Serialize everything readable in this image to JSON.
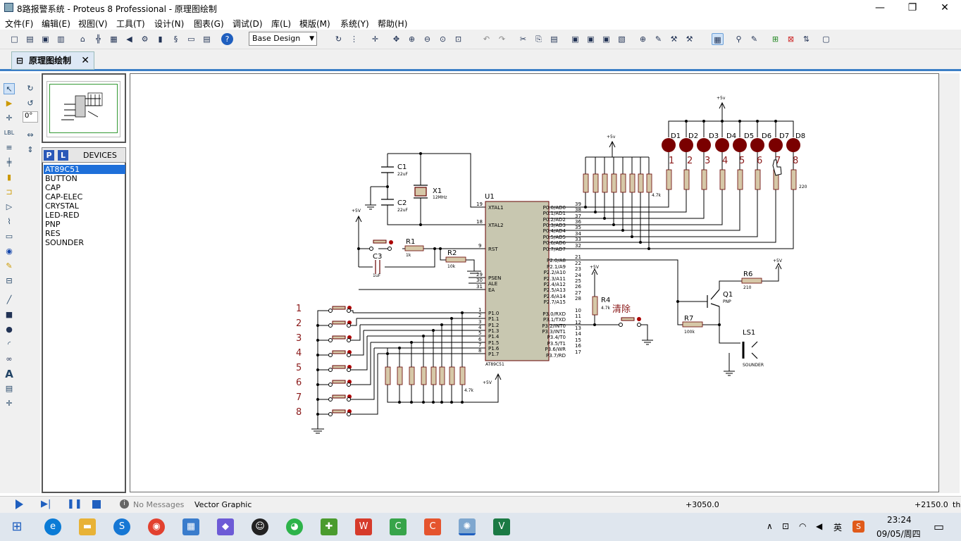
{
  "window": {
    "title": "8路报警系统 - Proteus 8 Professional - 原理图绘制",
    "min": "—",
    "max": "❐",
    "close": "✕"
  },
  "menu": [
    "文件(F)",
    "编辑(E)",
    "视图(V)",
    "工具(T)",
    "设计(N)",
    "图表(G)",
    "调试(D)",
    "库(L)",
    "模版(M)",
    "系统(Y)",
    "帮助(H)"
  ],
  "toolbar": {
    "layer": "Base Design"
  },
  "tab": {
    "label": "原理图绘制",
    "close": "✕"
  },
  "tools": {
    "angle": "0°"
  },
  "devices": {
    "p": "P",
    "l": "L",
    "header": "DEVICES",
    "items": [
      "AT89C51",
      "BUTTON",
      "CAP",
      "CAP-ELEC",
      "CRYSTAL",
      "LED-RED",
      "PNP",
      "RES",
      "SOUNDER"
    ],
    "selected": "AT89C51"
  },
  "schematic": {
    "u1": {
      "ref": "U1",
      "part": "AT89C51",
      "left": [
        "XTAL1",
        "XTAL2",
        "RST",
        "PSEN",
        "ALE",
        "EA",
        "P1.0",
        "P1.1",
        "P1.2",
        "P1.3",
        "P1.4",
        "P1.5",
        "P1.6",
        "P1.7"
      ],
      "leftnum": [
        "19",
        "18",
        "9",
        "29",
        "30",
        "31",
        "1",
        "2",
        "3",
        "4",
        "5",
        "6",
        "7",
        "8"
      ],
      "right": [
        "P0.0/AD0",
        "P0.1/AD1",
        "P0.2/AD2",
        "P0.3/AD3",
        "P0.4/AD4",
        "P0.5/AD5",
        "P0.6/AD6",
        "P0.7/AD7",
        "P2.0/A8",
        "P2.1/A9",
        "P2.2/A10",
        "P2.3/A11",
        "P2.4/A12",
        "P2.5/A13",
        "P2.6/A14",
        "P2.7/A15",
        "P3.0/RXD",
        "P3.1/TXD",
        "P3.2/INT0",
        "P3.3/INT1",
        "P3.4/T0",
        "P3.5/T1",
        "P3.6/WR",
        "P3.7/RD"
      ],
      "rightnum": [
        "39",
        "38",
        "37",
        "36",
        "35",
        "34",
        "33",
        "32",
        "21",
        "22",
        "23",
        "24",
        "25",
        "26",
        "27",
        "28",
        "10",
        "11",
        "12",
        "13",
        "14",
        "15",
        "16",
        "17"
      ]
    },
    "c1": "C1",
    "c1v": "22uF",
    "c2": "C2",
    "c2v": "22uF",
    "x1": "X1",
    "x1v": "12MHz",
    "c3": "C3",
    "c3v": "1uF",
    "r1": "R1",
    "r1v": "1k",
    "r2": "R2",
    "r2v": "10k",
    "r4": "R4",
    "r4v": "4.7k",
    "r6": "R6",
    "r6v": "210",
    "r7": "R7",
    "r7v": "100k",
    "q1": "Q1",
    "q1v": "PNP",
    "ls1": "LS1",
    "ls1v": "SOUNDER",
    "clear": "清除",
    "vcc": "+5V",
    "vcc2": "+5v",
    "rp": "4.7k",
    "r220": "220",
    "leds": [
      "D1",
      "D2",
      "D3",
      "D4",
      "D5",
      "D6",
      "D7",
      "D8"
    ],
    "nums": [
      "1",
      "2",
      "3",
      "4",
      "5",
      "6",
      "7",
      "8"
    ]
  },
  "status": {
    "msg": "No Messages",
    "mode": "Vector Graphic",
    "x": "+3050.0",
    "y": "+2150.0",
    "unit": "th"
  },
  "taskbar": {
    "time": "23:24",
    "date": "09/05/周四",
    "ime": "英"
  }
}
